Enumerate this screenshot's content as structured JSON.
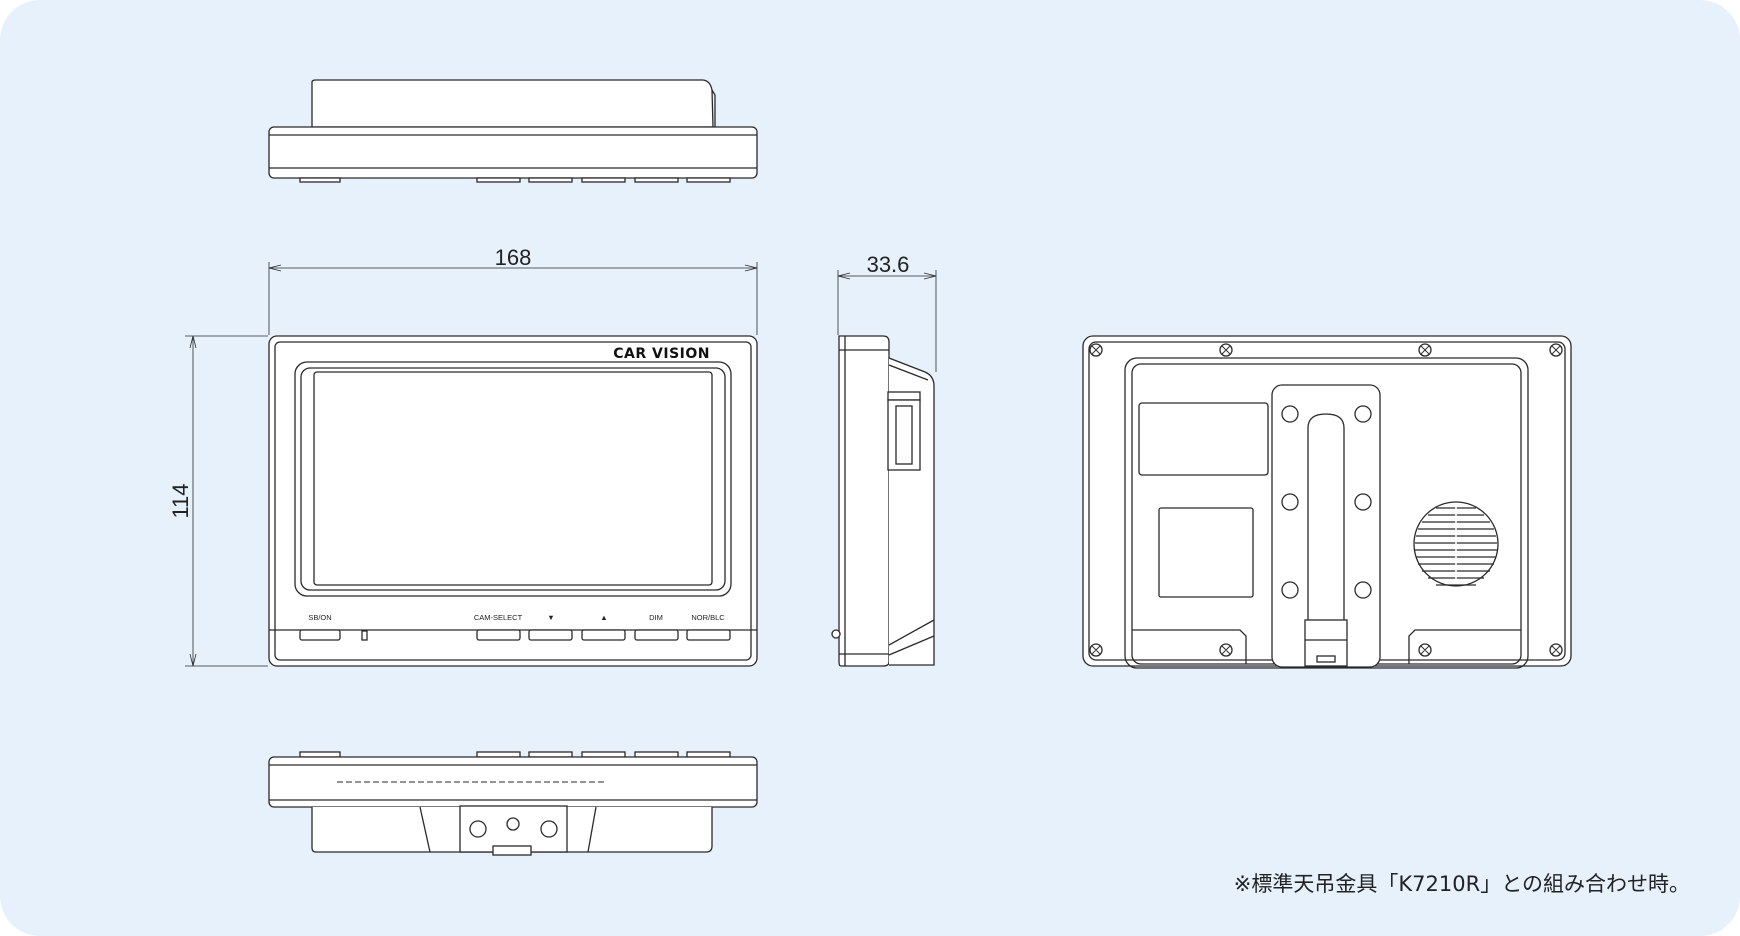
{
  "dimensions": {
    "width": "168",
    "depth": "33.6",
    "height": "114"
  },
  "brand_logo": "CAR VISION",
  "buttons": {
    "sb_on": "SB/ON",
    "cam_select": "CAM-SELECT",
    "down": "▼",
    "up": "▲",
    "dim": "DIM",
    "nor_blc": "NOR/BLC"
  },
  "footnote": "※標準天吊金具「K7210R」との組み合わせ時。",
  "colors": {
    "background": "#e6f1fc",
    "line": "#2a2a2a",
    "fill": "#ffffff"
  }
}
